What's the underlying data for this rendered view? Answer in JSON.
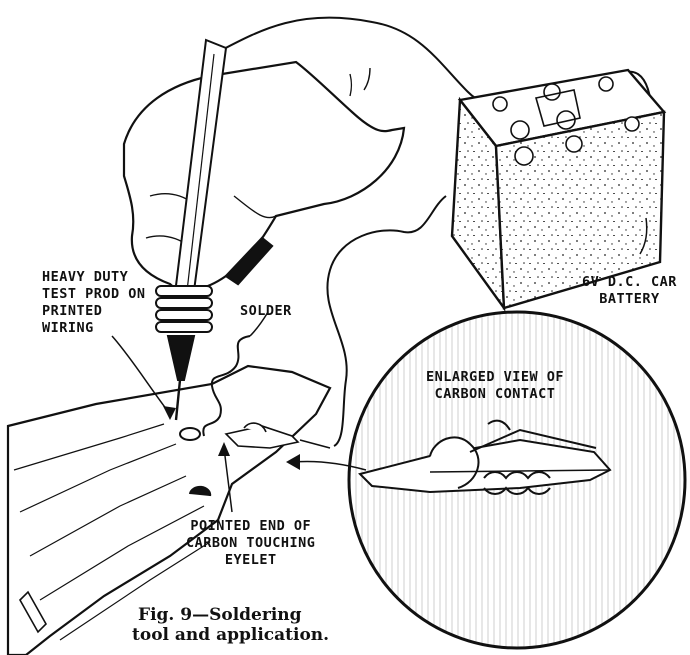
{
  "labels": {
    "test_prod": [
      "HEAVY DUTY",
      "TEST PROD ON",
      "PRINTED",
      "WIRING"
    ],
    "solder": "SOLDER",
    "battery": [
      "6V D.C. CAR",
      "BATTERY"
    ],
    "enlarged_view": [
      "ENLARGED VIEW OF",
      "CARBON CONTACT"
    ],
    "carbon_tip": [
      "POINTED END OF",
      "CARBON TOUCHING",
      "EYELET"
    ]
  },
  "caption": [
    "Fig. 9—Soldering",
    "tool and application."
  ]
}
